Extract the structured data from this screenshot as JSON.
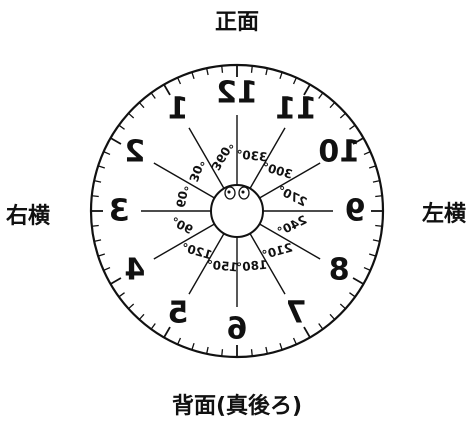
{
  "labels": {
    "top": "正面",
    "bottom": "背面(真後ろ)",
    "left": "右横",
    "right": "左横"
  },
  "clock": {
    "hour_labels": [
      "12",
      "1",
      "2",
      "3",
      "4",
      "5",
      "6",
      "7",
      "8",
      "9",
      "10",
      "11"
    ],
    "degree_labels": [
      "360°",
      "30°",
      "60°",
      "90°",
      "120°",
      "150°",
      "180°",
      "210°",
      "240°",
      "270°",
      "300°",
      "330°"
    ],
    "direction": "mirrored",
    "center_marker": "two-face-icon"
  },
  "colors": {
    "ink": "#111111",
    "background": "#ffffff"
  }
}
